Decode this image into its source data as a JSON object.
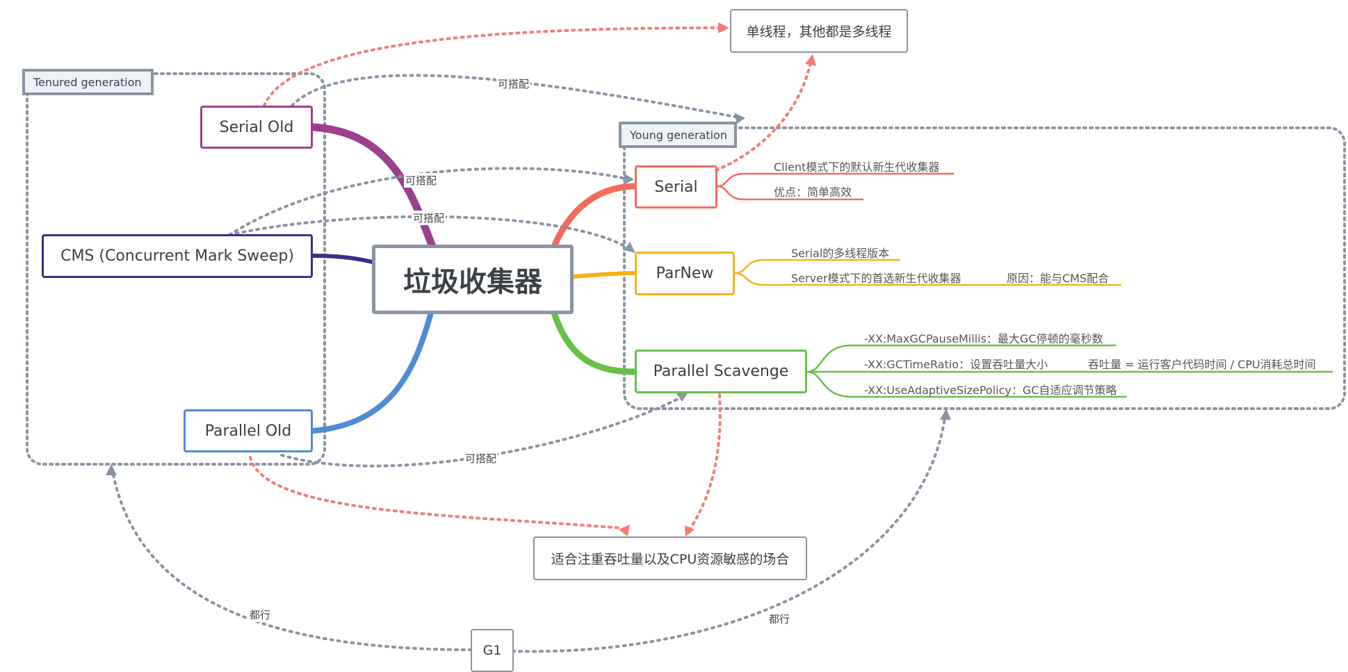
{
  "root": {
    "label": "垃圾收集器"
  },
  "groups": {
    "tenured": "Tenured generation",
    "young": "Young generation"
  },
  "colors": {
    "serial_old": "#9c3f8e",
    "cms": "#3f2b8c",
    "parallel_old": "#4f8bd6",
    "serial": "#f26b5b",
    "parnew": "#f5b218",
    "parallel_scavenge": "#67c046",
    "connector": "#8a93a3",
    "highlight": "#f77b74"
  },
  "nodes": {
    "serial_old": "Serial Old",
    "cms": "CMS (Concurrent Mark Sweep)",
    "parallel_old": "Parallel  Old",
    "serial": "Serial",
    "parnew": "ParNew",
    "parallel_scavenge": "Parallel Scavenge",
    "single_thread_note": "单线程，其他都是多线程",
    "throughput_note": "适合注重吞吐量以及CPU资源敏感的场合",
    "g1": "G1"
  },
  "details": {
    "serial": [
      "Client模式下的默认新生代收集器",
      "优点：简单高效"
    ],
    "parnew": [
      "Serial的多线程版本",
      "Server模式下的首选新生代收集器",
      "原因：能与CMS配合"
    ],
    "parallel_scavenge": [
      "-XX:MaxGCPauseMillis：最大GC停顿的毫秒数",
      "-XX:GCTimeRatio：设置吞吐量大小",
      "吞吐量 = 运行客户代码时间 / CPU消耗总时间",
      "-XX:UseAdaptiveSizePolicy：GC自适应调节策略"
    ]
  },
  "links": {
    "compatible": "可搭配",
    "all_ok": "都行"
  }
}
